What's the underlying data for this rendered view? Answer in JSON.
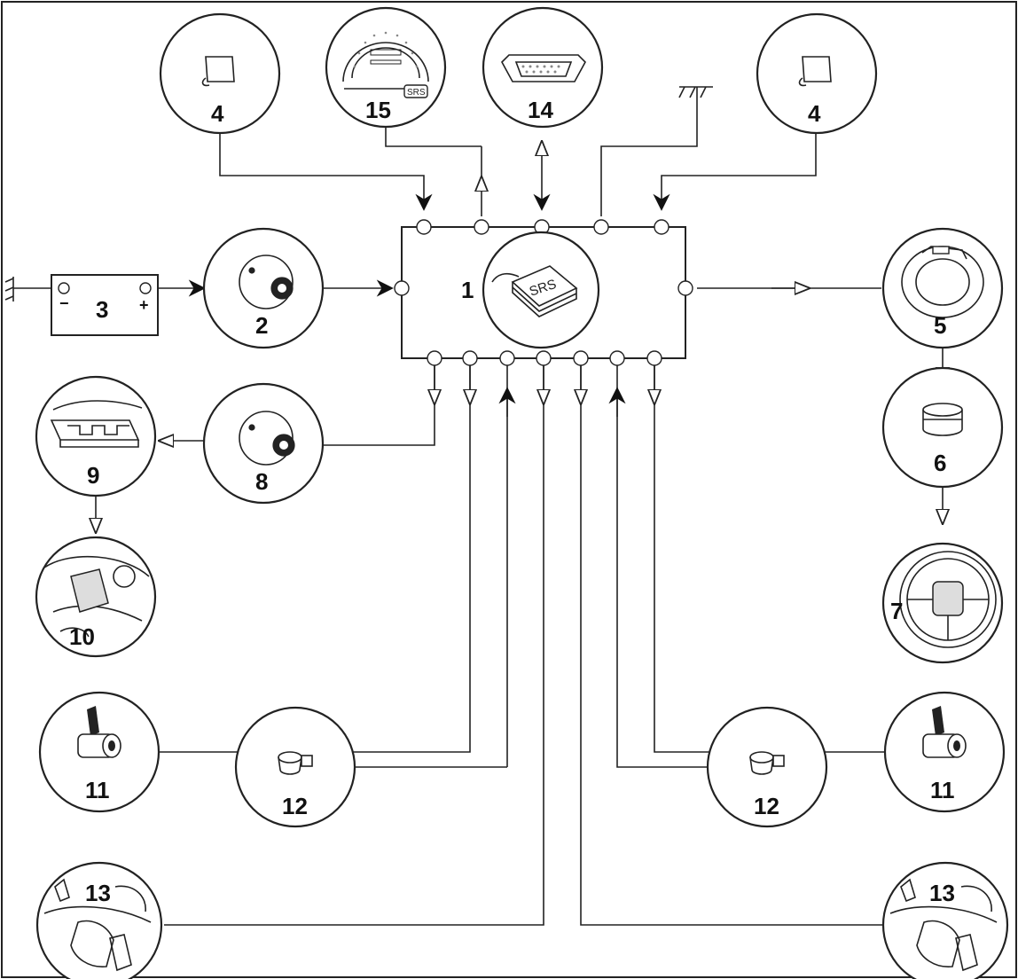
{
  "components": [
    {
      "id": "ecu",
      "number": "1",
      "badge": "SRS",
      "icon": "srs-control-unit-icon"
    },
    {
      "id": "ignition-switch",
      "number": "2",
      "icon": "ignition-switch-icon"
    },
    {
      "id": "battery",
      "number": "3",
      "icon": "battery-icon",
      "minus": "−",
      "plus": "+"
    },
    {
      "id": "sensor-left",
      "number": "4",
      "icon": "impact-sensor-icon"
    },
    {
      "id": "sensor-right",
      "number": "4",
      "icon": "impact-sensor-icon"
    },
    {
      "id": "clock-spring",
      "number": "5",
      "icon": "clock-spring-icon"
    },
    {
      "id": "airbag-module",
      "number": "6",
      "icon": "airbag-module-icon"
    },
    {
      "id": "steering-wheel",
      "number": "7",
      "icon": "steering-wheel-icon"
    },
    {
      "id": "passenger-switch",
      "number": "8",
      "icon": "key-switch-icon"
    },
    {
      "id": "passenger-airbag-unit",
      "number": "9",
      "icon": "airbag-unit-icon"
    },
    {
      "id": "passenger-airbag",
      "number": "10",
      "icon": "dashboard-airbag-icon"
    },
    {
      "id": "pretensioner-left",
      "number": "11",
      "icon": "seatbelt-pretensioner-icon"
    },
    {
      "id": "pretensioner-right",
      "number": "11",
      "icon": "seatbelt-pretensioner-icon"
    },
    {
      "id": "side-sensor-left",
      "number": "12",
      "icon": "side-sensor-icon"
    },
    {
      "id": "side-sensor-right",
      "number": "12",
      "icon": "side-sensor-icon"
    },
    {
      "id": "side-airbag-left",
      "number": "13",
      "icon": "seat-side-airbag-icon"
    },
    {
      "id": "side-airbag-right",
      "number": "13",
      "icon": "seat-side-airbag-icon"
    },
    {
      "id": "diagnostic-connector",
      "number": "14",
      "icon": "obd-connector-icon"
    },
    {
      "id": "instrument-cluster",
      "number": "15",
      "icon": "speedometer-icon",
      "badge": "SRS"
    }
  ]
}
